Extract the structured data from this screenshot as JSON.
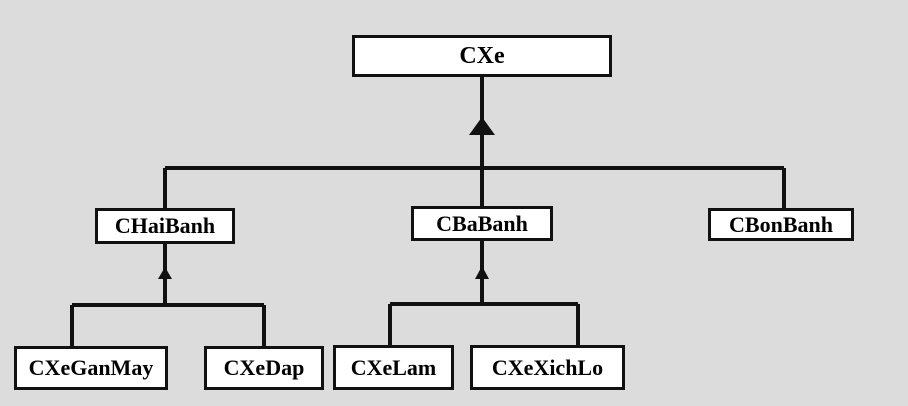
{
  "nodes": {
    "root": "CXe",
    "hai_banh": "CHaiBanh",
    "ba_banh": "CBaBanh",
    "bon_banh": "CBonBanh",
    "xe_gan_may": "CXeGanMay",
    "xe_dap": "CXeDap",
    "xe_lam": "CXeLam",
    "xe_xich_lo": "CXeXichLo"
  },
  "colors": {
    "background": "#dcdcdc",
    "box_fill": "#ffffff",
    "line": "#111111"
  }
}
